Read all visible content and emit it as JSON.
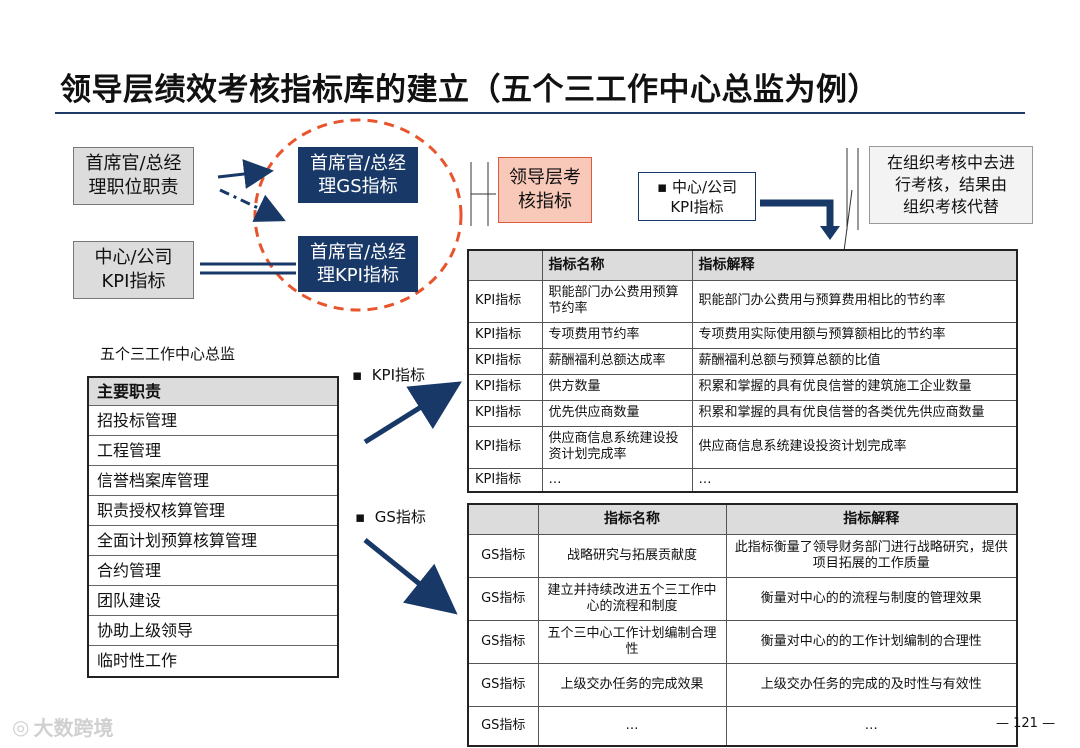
{
  "title": "领导层绩效考核指标库的建立（五个三工作中心总监为例）",
  "boxes": {
    "duty_box_line1": "首席官/总经",
    "duty_box_line2": "理职位职责",
    "kpi_box_line1": "中心/公司",
    "kpi_box_line2": "KPI指标",
    "gs_navy_line1": "首席官/总经",
    "gs_navy_line2": "理GS指标",
    "kpi_navy_line1": "首席官/总经",
    "kpi_navy_line2": "理KPI指标",
    "pink_line1": "领导层考",
    "pink_line2": "核指标",
    "center_kpi_line1": "中心/公司",
    "center_kpi_line2": "KPI指标",
    "note_line1": "在组织考核中去进",
    "note_line2": "行考核，结果由",
    "note_line3": "组织考核代替"
  },
  "labels": {
    "kpi": "KPI指标",
    "gs": "GS指标"
  },
  "duties": {
    "heading": "五个三工作中心总监",
    "header": "主要职责",
    "items": [
      "招投标管理",
      "工程管理",
      "信誉档案库管理",
      "职责授权核算管理",
      "全面计划预算核算管理",
      "合约管理",
      "团队建设",
      "协助上级领导",
      "临时性工作"
    ]
  },
  "kpi_table": {
    "headers": [
      "",
      "指标名称",
      "指标解释"
    ],
    "rows": [
      {
        "cat": "KPI指标",
        "name": "职能部门办公费用预算节约率",
        "exp": "职能部门办公费用与预算费用相比的节约率"
      },
      {
        "cat": "KPI指标",
        "name": "专项费用节约率",
        "exp": "专项费用实际使用额与预算额相比的节约率"
      },
      {
        "cat": "KPI指标",
        "name": "薪酬福利总额达成率",
        "exp": "薪酬福利总额与预算总额的比值"
      },
      {
        "cat": "KPI指标",
        "name": "供方数量",
        "exp": "积累和掌握的具有优良信誉的建筑施工企业数量"
      },
      {
        "cat": "KPI指标",
        "name": "优先供应商数量",
        "exp": "积累和掌握的具有优良信誉的各类优先供应商数量"
      },
      {
        "cat": "KPI指标",
        "name": "供应商信息系统建设投资计划完成率",
        "exp": "供应商信息系统建设投资计划完成率"
      },
      {
        "cat": "KPI指标",
        "name": "…",
        "exp": "…"
      }
    ]
  },
  "gs_table": {
    "headers": [
      "",
      "指标名称",
      "指标解释"
    ],
    "rows": [
      {
        "cat": "GS指标",
        "name": "战略研究与拓展贡献度",
        "exp": "此指标衡量了领导财务部门进行战略研究，提供项目拓展的工作质量"
      },
      {
        "cat": "GS指标",
        "name": "建立并持续改进五个三工作中心的流程和制度",
        "exp": "衡量对中心的的流程与制度的管理效果"
      },
      {
        "cat": "GS指标",
        "name": "五个三中心工作计划编制合理性",
        "exp": "衡量对中心的的工作计划编制的合理性"
      },
      {
        "cat": "GS指标",
        "name": "上级交办任务的完成效果",
        "exp": "上级交办任务的完成的及时性与有效性"
      },
      {
        "cat": "GS指标",
        "name": "…",
        "exp": "…"
      }
    ]
  },
  "watermark": "大数跨境",
  "page_number": "— 121 —",
  "colors": {
    "navy": "#183868",
    "orange_dash": "#e8542c",
    "pink": "#f8c8b8"
  }
}
